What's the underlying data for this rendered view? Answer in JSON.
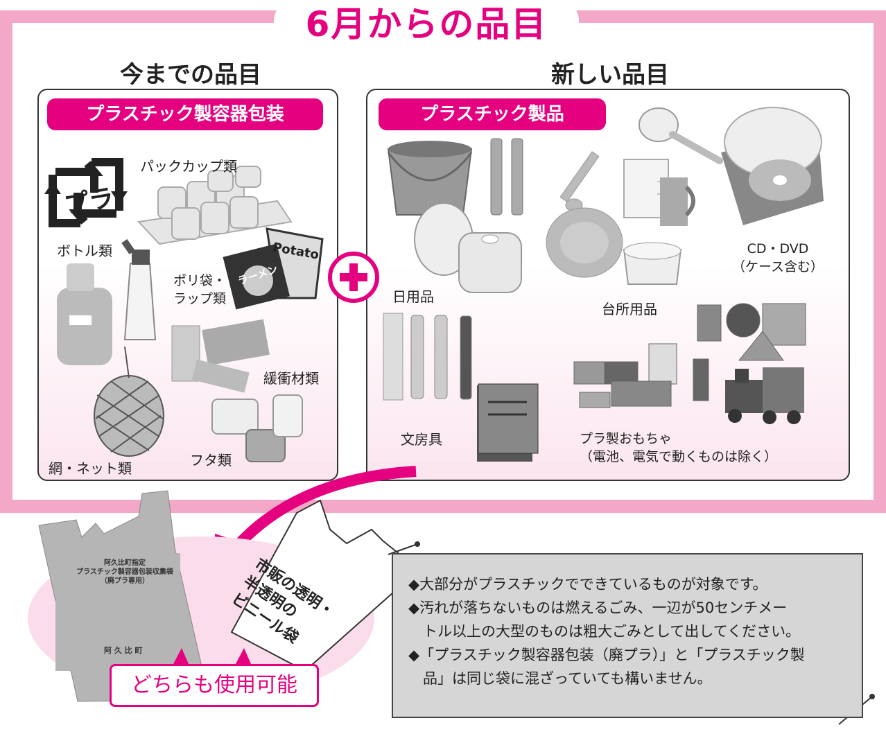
{
  "title": "6月からの品目",
  "left": {
    "heading": "今までの品目",
    "category": "プラスチック製容器包装",
    "items": {
      "pack_cup": "パックカップ類",
      "bottle": "ボトル類",
      "bag_wrap": "ポリ袋・\nラップ類",
      "cushion": "緩衝材類",
      "net": "網・ネット類",
      "cap": "フタ類"
    },
    "recycle_mark": "プラ",
    "product_labels": {
      "ramen": "ラーメン",
      "potato": "Potato"
    }
  },
  "plus": "+",
  "right": {
    "heading": "新しい品目",
    "category": "プラスチック製品",
    "items": {
      "daily": "日用品",
      "kitchen": "台所用品",
      "cd": "CD・DVD\n（ケース含む）",
      "stationery": "文房具",
      "toys": "プラ製おもちゃ\n（電池、電気で動くものは除く）"
    }
  },
  "bag": {
    "official_text": "阿久比町指定\nプラスチック製容器包装収集袋\n（廃プラ専用）",
    "town": "阿 久 比 町",
    "retail_text": "市販の透明・\n半透明の\nビニール袋",
    "both_ok": "どちらも使用可能"
  },
  "notes": [
    "◆大部分がプラスチックでできているものが対象です。",
    "◆汚れが落ちないものは燃えるごみ、一辺が50センチメー",
    "　トル以上の大型のものは粗大ごみとして出してください。",
    "◆「プラスチック製容器包装（廃プラ）」と「プラスチック製",
    "　品」は同じ袋に混ざっていても構いません。"
  ],
  "colors": {
    "accent": "#e4007f",
    "frame": "#f2a8c6",
    "note_bg": "#d6d6d6"
  }
}
